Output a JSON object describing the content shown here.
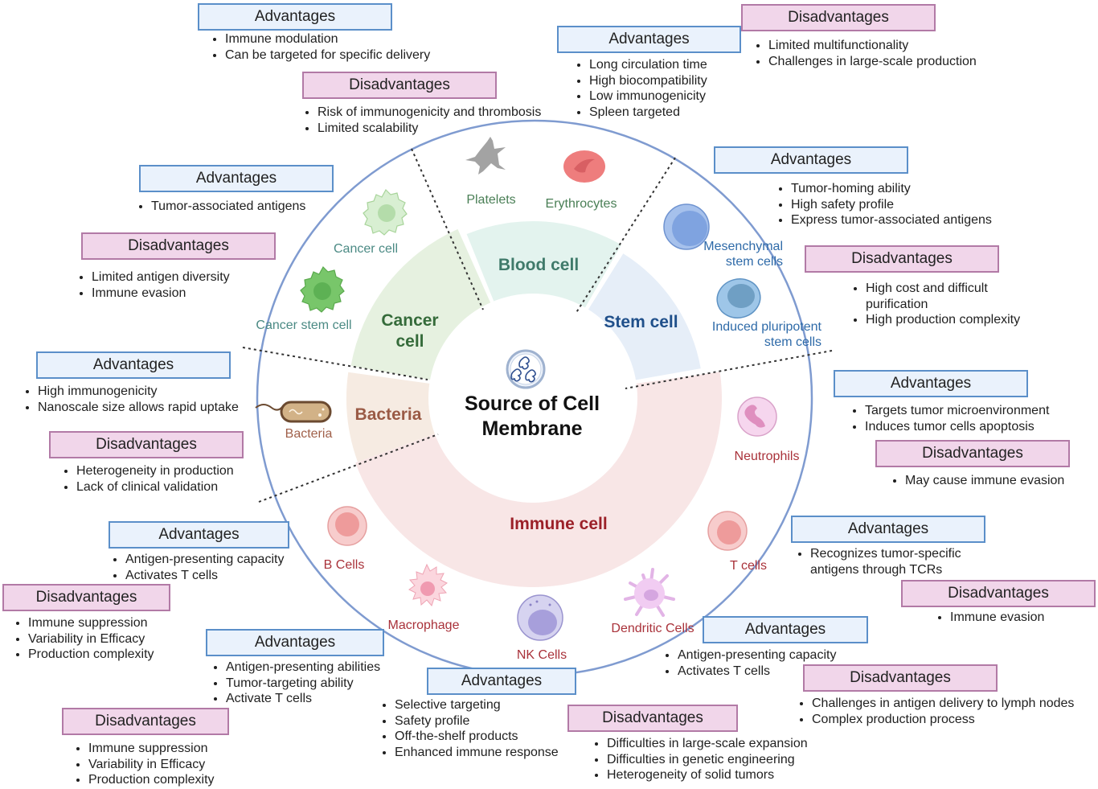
{
  "center": {
    "title_line1": "Source of Cell",
    "title_line2": "Membrane",
    "icon": "cell-membrane-vesicle-icon"
  },
  "colors": {
    "advantages_fill": "#eaf2fc",
    "advantages_border": "#5b8fc9",
    "disadvantages_fill": "#f1d6ea",
    "disadvantages_border": "#b27aa6",
    "outer_circle": "#7f9bd0",
    "blood_sector": "#e3f3ee",
    "cancer_sector": "#e6f1e0",
    "stem_sector": "#e6eef8",
    "bacteria_sector": "#f6ebe2",
    "immune_sector": "#f8e6e6",
    "blood_text": "#3f7a6a",
    "cancer_text": "#356b3a",
    "stem_text": "#1f4f8a",
    "bacteria_text": "#9a5a45",
    "immune_text": "#9b2028"
  },
  "sectors": [
    {
      "id": "blood",
      "label": "Blood cell",
      "cells": [
        {
          "name": "Platelets",
          "icon": "platelet-icon"
        },
        {
          "name": "Erythrocytes",
          "icon": "erythrocyte-icon"
        }
      ]
    },
    {
      "id": "cancer",
      "label_line1": "Cancer",
      "label_line2": "cell",
      "cells": [
        {
          "name": "Cancer cell",
          "icon": "cancer-cell-icon"
        },
        {
          "name": "Cancer stem cell",
          "icon": "cancer-stem-cell-icon"
        }
      ]
    },
    {
      "id": "stem",
      "label": "Stem cell",
      "cells": [
        {
          "name_line1": "Mesenchymal",
          "name_line2": "stem cells",
          "icon": "mesenchymal-stem-cell-icon"
        },
        {
          "name_line1": "Induced pluripotent",
          "name_line2": "stem cells",
          "icon": "ipsc-icon"
        }
      ]
    },
    {
      "id": "bacteria",
      "label": "Bacteria",
      "cells": [
        {
          "name": "Bacteria",
          "icon": "bacterium-icon"
        }
      ]
    },
    {
      "id": "immune",
      "label": "Immune cell",
      "cells": [
        {
          "name": "Neutrophils",
          "icon": "neutrophil-icon"
        },
        {
          "name": "T cells",
          "icon": "t-cell-icon"
        },
        {
          "name": "Dendritic Cells",
          "icon": "dendritic-cell-icon"
        },
        {
          "name": "NK Cells",
          "icon": "nk-cell-icon"
        },
        {
          "name": "Macrophage",
          "icon": "macrophage-icon"
        },
        {
          "name": "B Cells",
          "icon": "b-cell-icon"
        }
      ]
    }
  ],
  "adv_label": "Advantages",
  "dis_label": "Disadvantages",
  "panels": {
    "platelets": {
      "advantages": [
        "Immune modulation",
        "Can be targeted for specific delivery"
      ],
      "disadvantages": [
        "Risk of immunogenicity and thrombosis",
        "Limited scalability"
      ]
    },
    "erythrocytes": {
      "advantages": [
        "Long circulation time",
        "High biocompatibility",
        "Low immunogenicity",
        "Spleen targeted"
      ],
      "disadvantages": [
        "Limited multifunctionality",
        "Challenges in large-scale production"
      ]
    },
    "cancer": {
      "advantages": [
        "Tumor-associated antigens"
      ],
      "disadvantages": [
        "Limited antigen diversity",
        "Immune evasion"
      ]
    },
    "stem": {
      "advantages": [
        "Tumor-homing ability",
        "High safety profile",
        "Express tumor-associated antigens"
      ],
      "disadvantages": [
        "High cost and difficult purification",
        "High production complexity"
      ]
    },
    "bacteria": {
      "advantages": [
        "High immunogenicity",
        "Nanoscale size allows rapid uptake"
      ],
      "disadvantages": [
        "Heterogeneity in production",
        "Lack of clinical validation"
      ]
    },
    "neutrophils": {
      "advantages": [
        "Targets tumor microenvironment",
        "Induces tumor cells apoptosis"
      ],
      "disadvantages": [
        "May cause immune evasion"
      ]
    },
    "b_cells": {
      "advantages": [
        "Antigen-presenting capacity",
        "Activates T cells"
      ],
      "disadvantages": [
        "Immune suppression",
        "Variability in Efficacy",
        "Production complexity"
      ]
    },
    "t_cells": {
      "advantages": [
        "Recognizes tumor-specific antigens through TCRs"
      ],
      "disadvantages": [
        "Immune evasion"
      ]
    },
    "macrophage": {
      "advantages": [
        "Antigen-presenting abilities",
        "Tumor-targeting ability",
        "Activate T cells"
      ],
      "disadvantages": [
        "Immune suppression",
        "Variability in Efficacy",
        "Production complexity"
      ]
    },
    "nk_cells": {
      "advantages": [
        "Selective targeting",
        "Safety profile",
        "Off-the-shelf products",
        "Enhanced immune response"
      ],
      "disadvantages": [
        "Difficulties in large-scale expansion",
        "Difficulties in genetic engineering",
        "Heterogeneity of solid tumors"
      ]
    },
    "dendritic": {
      "advantages": [
        "Antigen-presenting capacity",
        "Activates T cells"
      ],
      "disadvantages": [
        "Challenges in antigen delivery to lymph nodes",
        "Complex production process"
      ]
    }
  }
}
